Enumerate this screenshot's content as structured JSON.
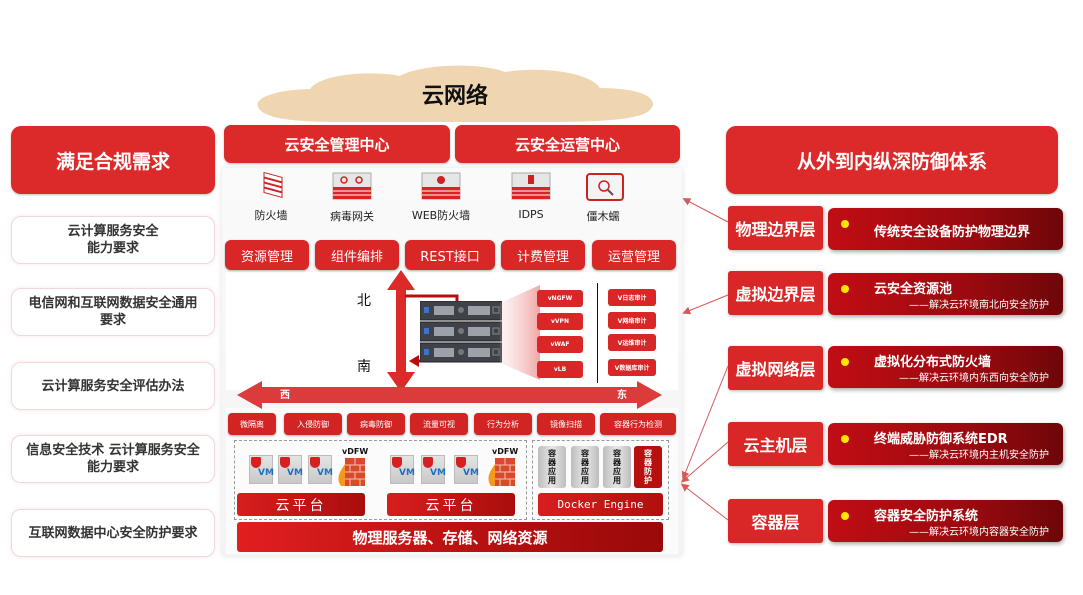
{
  "cloud": {
    "title": "云网络"
  },
  "left": {
    "header": "满足合规需求",
    "items": [
      "云计算服务安全\n能力要求",
      "电信网和互联网数据安全通用\n要求",
      "云计算服务安全评估办法",
      "信息安全技术  云计算服务安全\n能力要求",
      "互联网数据中心安全防护要求"
    ]
  },
  "center": {
    "management": [
      "云安全管理中心",
      "云安全运营中心"
    ],
    "devices": [
      {
        "icon": "firewall-icon",
        "label": "防火墙"
      },
      {
        "icon": "virus-gateway-icon",
        "label": "病毒网关"
      },
      {
        "icon": "web-firewall-icon",
        "label": "WEB防火墙"
      },
      {
        "icon": "idps-icon",
        "label": "IDPS"
      },
      {
        "icon": "zombie-trojan-worm-icon",
        "label": "僵木蠕"
      }
    ],
    "functions": [
      "资源管理",
      "组件编排",
      "REST接口",
      "计费管理",
      "运营管理"
    ],
    "directions": {
      "north": "北",
      "south": "南",
      "west": "西",
      "east": "东"
    },
    "virtual_services": [
      "vNGFW",
      "vVPN",
      "vWAF",
      "vLB"
    ],
    "audit_services": [
      "V日志审计",
      "V网络审计",
      "V运维审计",
      "V数据库审计"
    ],
    "security_functions": [
      "微隔离",
      "入侵防御",
      "病毒防御",
      "流量可视",
      "行为分析",
      "镜像扫描",
      "容器行为检测"
    ],
    "vm_label": "VM",
    "vdfw_label": "vDFW",
    "platforms": [
      "云平台",
      "云平台"
    ],
    "containers": [
      "容器应用",
      "容器应用",
      "容器应用",
      "容器防护"
    ],
    "docker": "Docker Engine",
    "physical": "物理服务器、存储、网络资源"
  },
  "right": {
    "header": "从外到内纵深防御体系",
    "layers": [
      {
        "name": "物理边界层",
        "title": "传统安全设备防护物理边界",
        "subtitle": ""
      },
      {
        "name": "虚拟边界层",
        "title": "云安全资源池",
        "subtitle": "——解决云环境南北向安全防护"
      },
      {
        "name": "虚拟网络层",
        "title": "虚拟化分布式防火墙",
        "subtitle": "——解决云环境内东西向安全防护"
      },
      {
        "name": "云主机层",
        "title": "终端威胁防御系统EDR",
        "subtitle": "——解决云环境内主机安全防护"
      },
      {
        "name": "容器层",
        "title": "容器安全防护系统",
        "subtitle": "——解决云环境内容器安全防护"
      }
    ]
  },
  "colors": {
    "primary_red": "#dc2a2a",
    "dark_red": "#9a0a0f",
    "cloud": "#efd6b1",
    "bullet": "#ffe600"
  }
}
